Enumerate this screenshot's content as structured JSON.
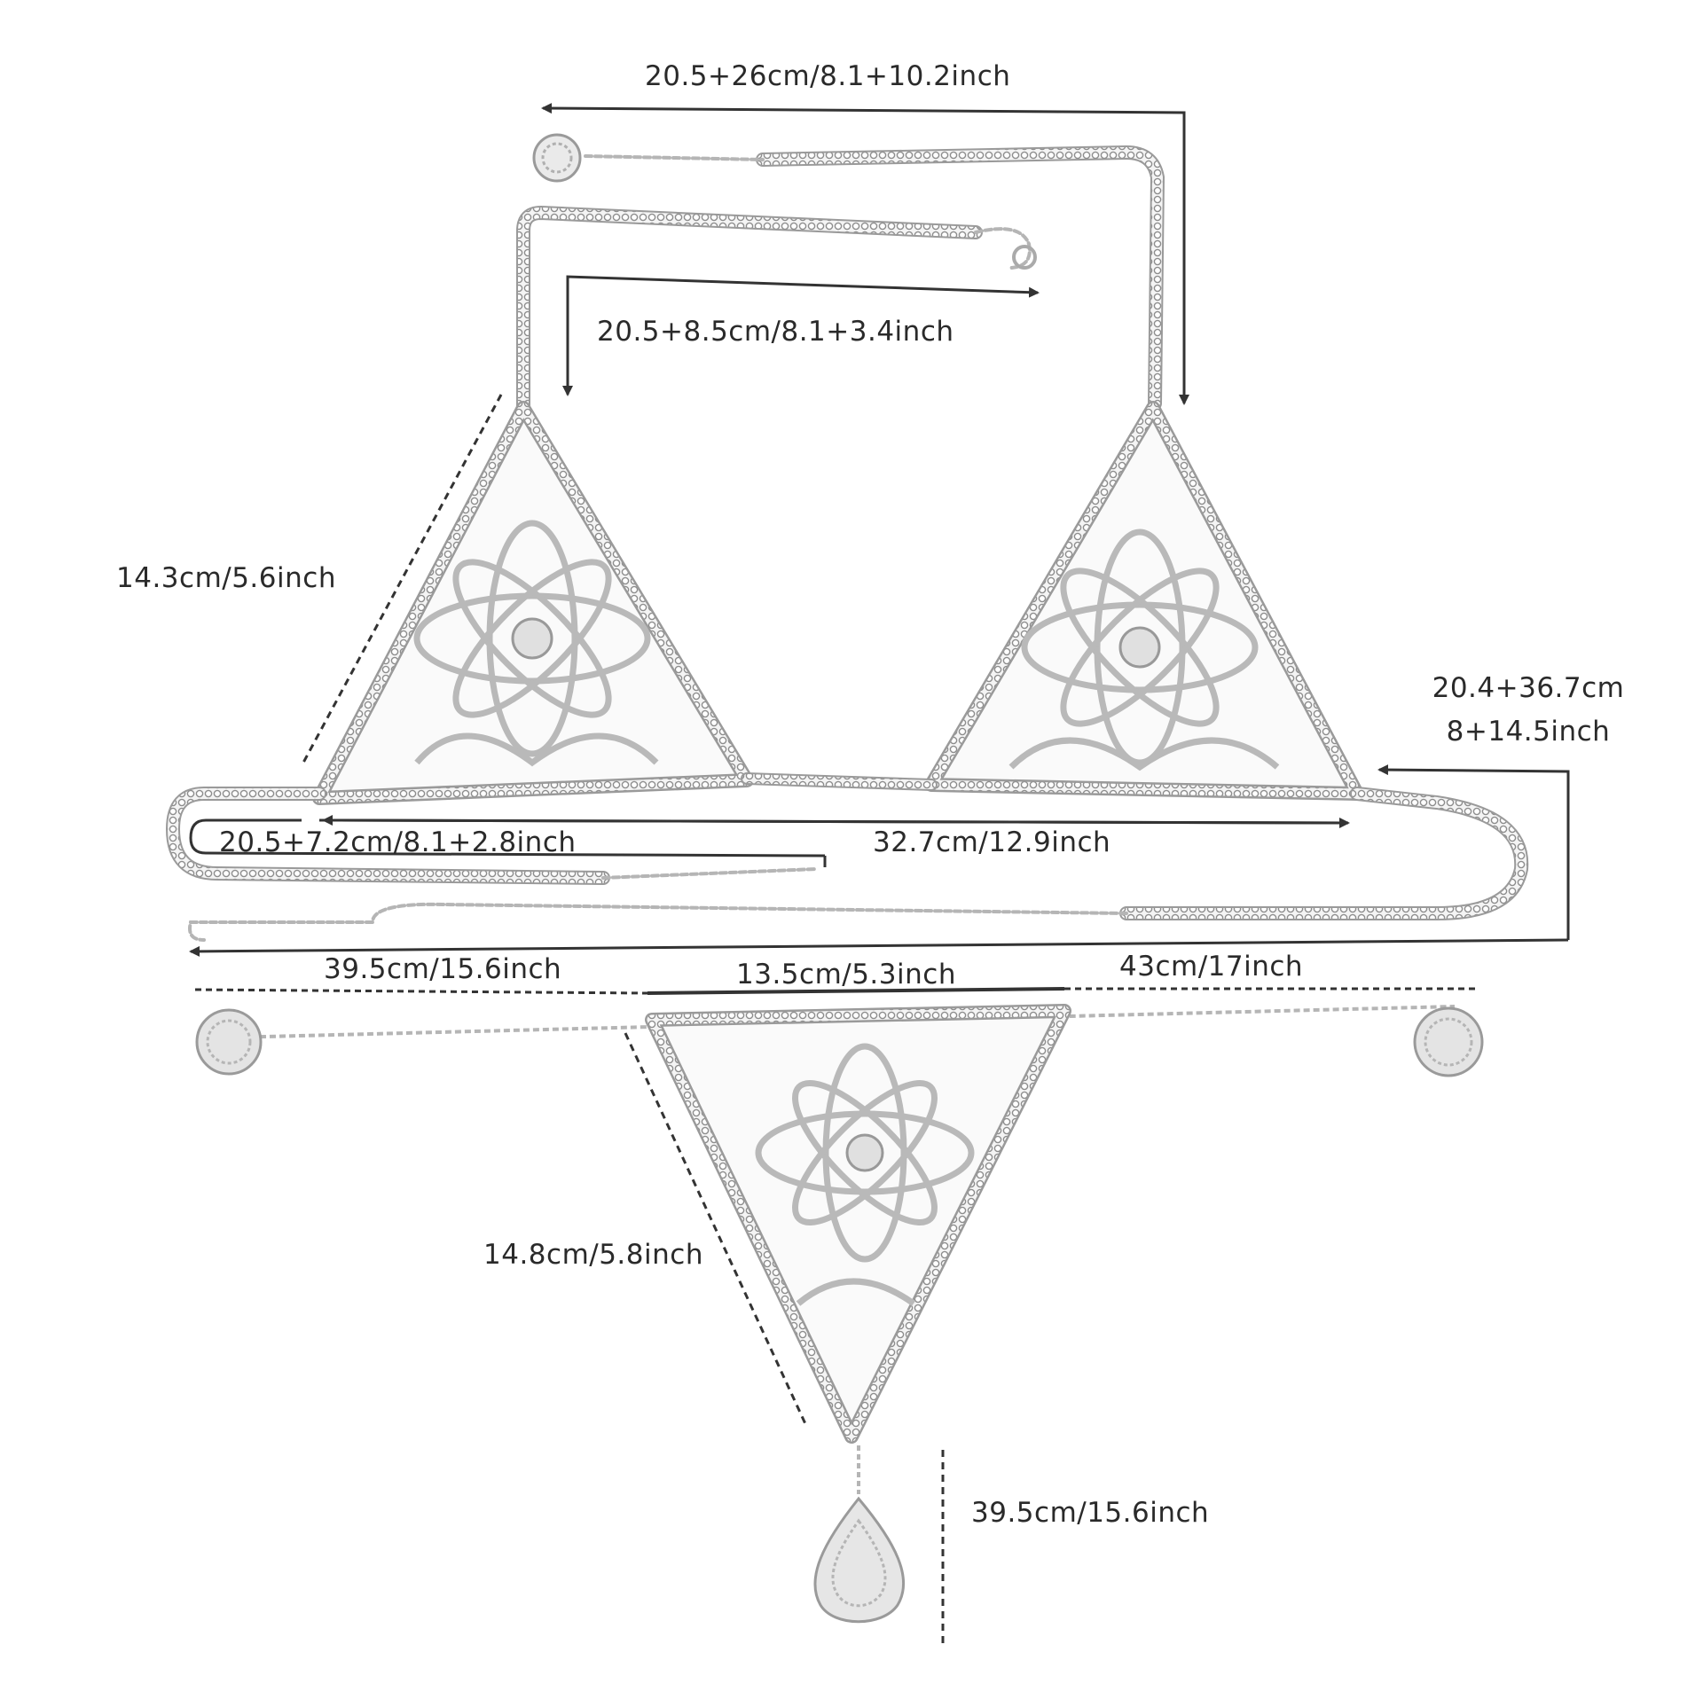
{
  "product": {
    "name": "rhinestone body chain bikini set",
    "color": "#c9c9c9",
    "parts": [
      "bra-left-cup",
      "bra-right-cup",
      "thong-triangle",
      "teardrop-pendant"
    ]
  },
  "measurements": {
    "top_neck_strap": "20.5+26cm/8.1+10.2inch",
    "inner_neck_strap": "20.5+8.5cm/8.1+3.4inch",
    "cup_side": "14.3cm/5.6inch",
    "side_chain_line1": "20.4+36.7cm",
    "side_chain_line2": "8+14.5inch",
    "left_back_chain": "20.5+7.2cm/8.1+2.8inch",
    "bra_width": "32.7cm/12.9inch",
    "waist_left": "39.5cm/15.6inch",
    "thong_top": "13.5cm/5.3inch",
    "waist_right": "43cm/17inch",
    "thong_side": "14.8cm/5.8inch",
    "pendant_chain": "39.5cm/15.6inch"
  }
}
